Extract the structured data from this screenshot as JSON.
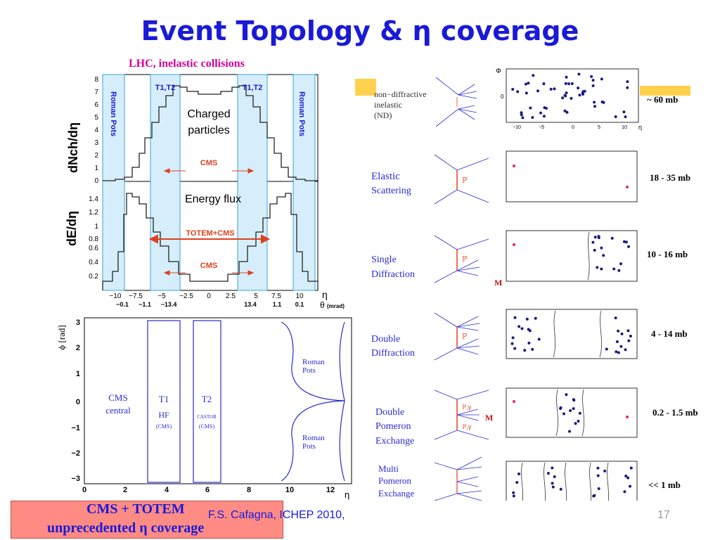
{
  "title": "Event Topology & η coverage",
  "subtitle": "LHC, inelastic collisions",
  "top_plot": {
    "ylabel_upper": "dNch/dη",
    "ylabel_lower": "dE/dη",
    "upper_yticks": [
      "0",
      "1",
      "2",
      "3",
      "4",
      "5",
      "6",
      "7",
      "8"
    ],
    "lower_yticks": [
      "0.2",
      "0.4",
      "0.6",
      "0.8",
      "1",
      "1.2",
      "1.4"
    ],
    "xticks": [
      "−10",
      "−7.5",
      "−5",
      "−2.5",
      "0",
      "2.5",
      "5",
      "7.5",
      "10"
    ],
    "theta_ticks": [
      "−0.1",
      "−1.1",
      "−13.4",
      "13.4",
      "1.1",
      "0.1"
    ],
    "eta_label": "η",
    "theta_label": "θ",
    "theta_unit": "(mrad)",
    "roman_pots_label": "Roman Pots",
    "t1t2_label": "T1,T2",
    "charged_label_1": "Charged",
    "charged_label_2": "particles",
    "energy_flux_label": "Energy flux",
    "cms_label": "CMS",
    "totem_cms_label": "TOTEM+CMS"
  },
  "bottom_plot": {
    "ylabel": "ϕ [rad]",
    "yticks": [
      "3",
      "2",
      "1",
      "0",
      "−1",
      "−2",
      "−3"
    ],
    "xticks": [
      "0",
      "2",
      "4",
      "6",
      "8",
      "10",
      "12"
    ],
    "xlabel": "η",
    "cms_central_1": "CMS",
    "cms_central_2": "central",
    "t1": "T1",
    "t2": "T2",
    "hf": "HF",
    "hf_sub": "(CMS)",
    "castor": "CASTOR",
    "castor_sub": "(CMS)",
    "roman_pots_1": "Roman",
    "roman_pots_2": "Pots"
  },
  "processes": [
    {
      "name_1": "non−diffractive",
      "name_2": "inelastic",
      "name_3": "(ND)",
      "xsec": "~ 60 mb"
    },
    {
      "name_1": "Elastic",
      "name_2": "Scattering",
      "xsec": "18 - 35 mb"
    },
    {
      "name_1": "Single",
      "name_2": "Diffraction",
      "xsec": "10 - 16 mb"
    },
    {
      "name_1": "Double",
      "name_2": "Diffraction",
      "xsec": "4 - 14 mb"
    },
    {
      "name_1": "Double",
      "name_2": "Pomeron",
      "name_3": "Exchange",
      "xsec": "0.2 - 1.5 mb"
    },
    {
      "name_1": "Multi",
      "name_2": "Pomeron",
      "name_3": "Exchange",
      "xsec": "<< 1 mb"
    }
  ],
  "mini_axes": {
    "phi": "Φ",
    "phi_small": "ϕ",
    "eta": "η",
    "p": "p",
    "pomeron": "ℙ",
    "pomeron_gamma": "ℙ,γ",
    "zero": "0",
    "xticks": [
      "−10",
      "−5",
      "0",
      "5",
      "10"
    ],
    "m_label": "M"
  },
  "footer": {
    "line1": "CMS + TOTEM",
    "line2": "unprecedented η coverage",
    "credit": "F.S. Cafagna, ICHEP 2010,",
    "page": "17"
  },
  "colors": {
    "title": "#1a1ad6",
    "subtitle": "#d6009a",
    "roman_pots_band": "#d6eefb",
    "red": "#e04020",
    "footer_bg": "#ff8b85"
  }
}
